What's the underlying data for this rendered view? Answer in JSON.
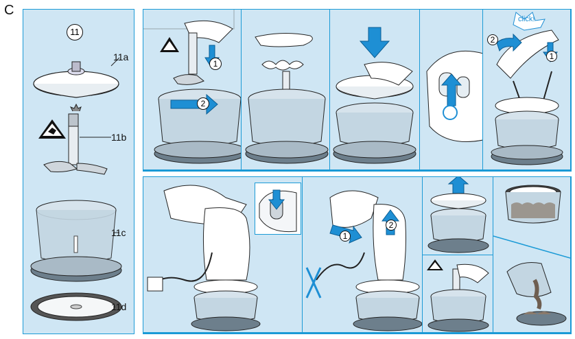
{
  "section": {
    "letter": "C"
  },
  "parts_panel": {
    "circle_number": "11",
    "labels": {
      "lid": "11a",
      "blade": "11b",
      "bowl": "11c",
      "base": "11d"
    }
  },
  "steps": {
    "insert_blade": {
      "step1": "1",
      "step2": "2"
    },
    "attach_motor": {
      "step1": "1",
      "step2": "2",
      "click_text": "click!"
    },
    "detach_motor": {
      "step1": "1",
      "step2": "2"
    }
  },
  "colors": {
    "panel_bg": "#cfe6f4",
    "border": "#1a9ad6",
    "arrow": "#1e8fd4",
    "warning": "#111111"
  }
}
